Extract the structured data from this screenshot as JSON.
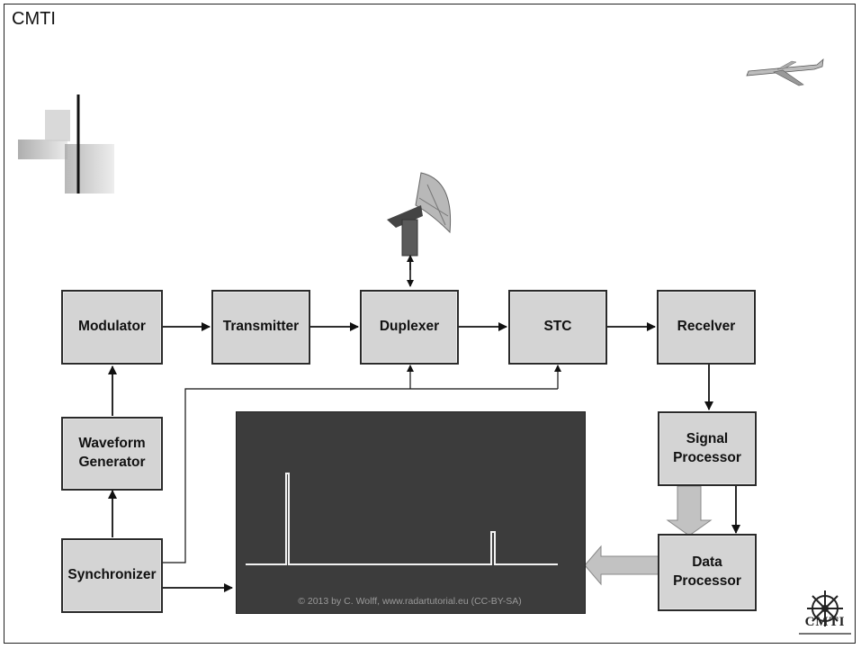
{
  "brand": "CMTI",
  "blocks": {
    "modulator": "Modulator",
    "transmitter": "Transmitter",
    "duplexer": "Duplexer",
    "stc": "STC",
    "receiver": "Recelver",
    "waveform_generator": "Waveform Generator",
    "signal_processor": "Signal Processor",
    "synchronizer": "Synchronizer",
    "data_processor": "Data Processor"
  },
  "display": {
    "credit": "© 2013 by C. Wolff, www.radartutorial.eu (CC-BY-SA)"
  },
  "logo": {
    "text": "CMTI"
  },
  "colors": {
    "block_fill": "#d4d4d4",
    "display_bg": "#3c3c3c",
    "wide_arrow": "#c2c2c2"
  }
}
